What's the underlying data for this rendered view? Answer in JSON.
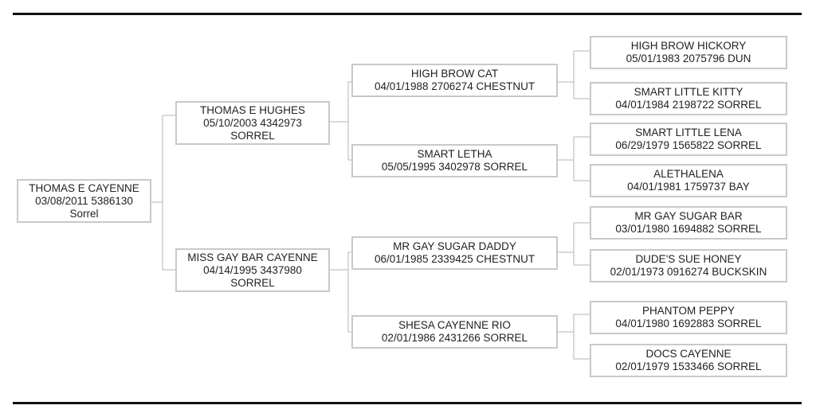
{
  "subject": {
    "name": "THOMAS E CAYENNE",
    "info": "03/08/2011 5386130",
    "color": "Sorrel"
  },
  "sire": {
    "name": "THOMAS E HUGHES",
    "info": "05/10/2003 4342973",
    "color": "SORREL"
  },
  "dam": {
    "name": "MISS GAY BAR CAYENNE",
    "info": "04/14/1995 3437980",
    "color": "SORREL"
  },
  "sire_sire": {
    "name": "HIGH BROW CAT",
    "info": "04/01/1988 2706274 CHESTNUT"
  },
  "sire_dam": {
    "name": "SMART LETHA",
    "info": "05/05/1995 3402978 SORREL"
  },
  "dam_sire": {
    "name": "MR GAY SUGAR DADDY",
    "info": "06/01/1985 2339425 CHESTNUT"
  },
  "dam_dam": {
    "name": "SHESA CAYENNE RIO",
    "info": "02/01/1986 2431266 SORREL"
  },
  "gen4": [
    {
      "name": "HIGH BROW HICKORY",
      "info": "05/01/1983 2075796 DUN"
    },
    {
      "name": "SMART LITTLE KITTY",
      "info": "04/01/1984 2198722 SORREL"
    },
    {
      "name": "SMART LITTLE LENA",
      "info": "06/29/1979 1565822 SORREL"
    },
    {
      "name": "ALETHALENA",
      "info": "04/01/1981 1759737 BAY"
    },
    {
      "name": "MR GAY SUGAR BAR",
      "info": "03/01/1980 1694882 SORREL"
    },
    {
      "name": "DUDE'S SUE HONEY",
      "info": "02/01/1973 0916274 BUCKSKIN"
    },
    {
      "name": "PHANTOM PEPPY",
      "info": "04/01/1980 1692883 SORREL"
    },
    {
      "name": "DOCS CAYENNE",
      "info": "02/01/1979 1533466 SORREL"
    }
  ]
}
